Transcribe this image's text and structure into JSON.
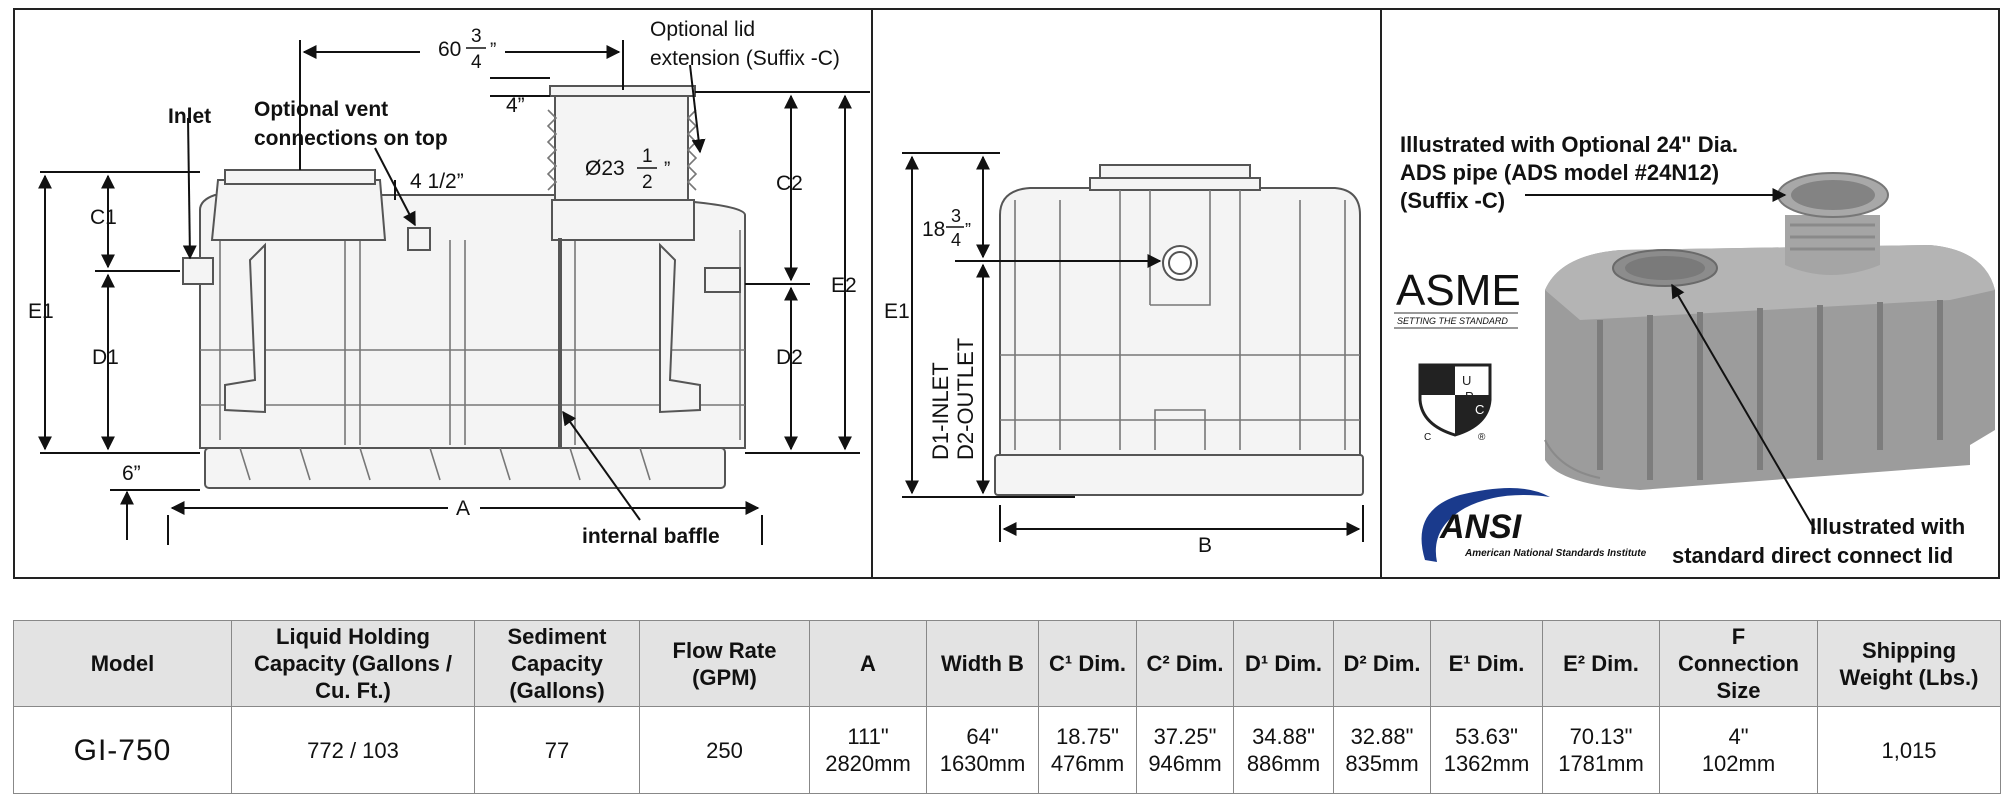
{
  "labels": {
    "dim_60_whole": "60",
    "dim_60_num": "3",
    "dim_60_den": "4",
    "inch": "”",
    "lid_ext_1": "Optional lid",
    "lid_ext_2": "extension (Suffix -C)",
    "dim_4": "4”",
    "inlet": "Inlet",
    "vent_1": "Optional vent",
    "vent_2": "connections on top",
    "dim_4_half": "4 1/2”",
    "dia_23_whole": "Ø23",
    "dia_23_num": "1",
    "dia_23_den": "2",
    "c1": "C1",
    "c2": "C2",
    "d1": "D1",
    "d2": "D2",
    "e1": "E1",
    "e2": "E2",
    "dim_6": "6”",
    "a": "A",
    "baffle": "internal baffle",
    "dim_18_whole": "18",
    "dim_18_num": "3",
    "dim_18_den": "4",
    "dim_18_inch": "”",
    "side_e1": "E1",
    "d1_inlet": "D1-INLET",
    "d2_outlet": "D2-OUTLET",
    "b": "B",
    "illus_1": "Illustrated with Optional 24\" Dia.",
    "illus_2": "ADS pipe (ADS model #24N12)",
    "illus_3": "(Suffix -C)",
    "std_1": "Illustrated with",
    "std_2": "standard direct connect lid",
    "asme": "ASME",
    "asme_tag": "SETTING THE STANDARD",
    "upc_u": "U",
    "upc_p": "P",
    "upc_c": "C",
    "upc_c_small": "C",
    "upc_reg": "®",
    "ansi": "ANSI",
    "ansi_tag": "American National Standards Institute"
  },
  "table": {
    "headers": {
      "model": "Model",
      "liquid": [
        "Liquid Holding",
        "Capacity (Gallons /",
        "Cu. Ft.)"
      ],
      "sediment": [
        "Sediment",
        "Capacity",
        "(Gallons)"
      ],
      "flow": [
        "Flow Rate",
        "(GPM)"
      ],
      "a": "A",
      "width_b": "Width B",
      "c1": "C¹ Dim.",
      "c2": "C² Dim.",
      "d1": "D¹ Dim.",
      "d2": "D² Dim.",
      "e1": "E¹ Dim.",
      "e2": "E² Dim.",
      "f": [
        "F",
        "Connection",
        "Size"
      ],
      "weight": [
        "Shipping",
        "Weight (Lbs.)"
      ]
    },
    "row": {
      "model": "GI-750",
      "liquid": "772 / 103",
      "sediment": "77",
      "flow": "250",
      "a": [
        "111\"",
        "2820mm"
      ],
      "width_b": [
        "64\"",
        "1630mm"
      ],
      "c1": [
        "18.75\"",
        "476mm"
      ],
      "c2": [
        "37.25\"",
        "946mm"
      ],
      "d1": [
        "34.88\"",
        "886mm"
      ],
      "d2": [
        "32.88\"",
        "835mm"
      ],
      "e1": [
        "53.63\"",
        "1362mm"
      ],
      "e2": [
        "70.13\"",
        "1781mm"
      ],
      "f": [
        "4\"",
        "102mm"
      ],
      "weight": "1,015"
    }
  }
}
